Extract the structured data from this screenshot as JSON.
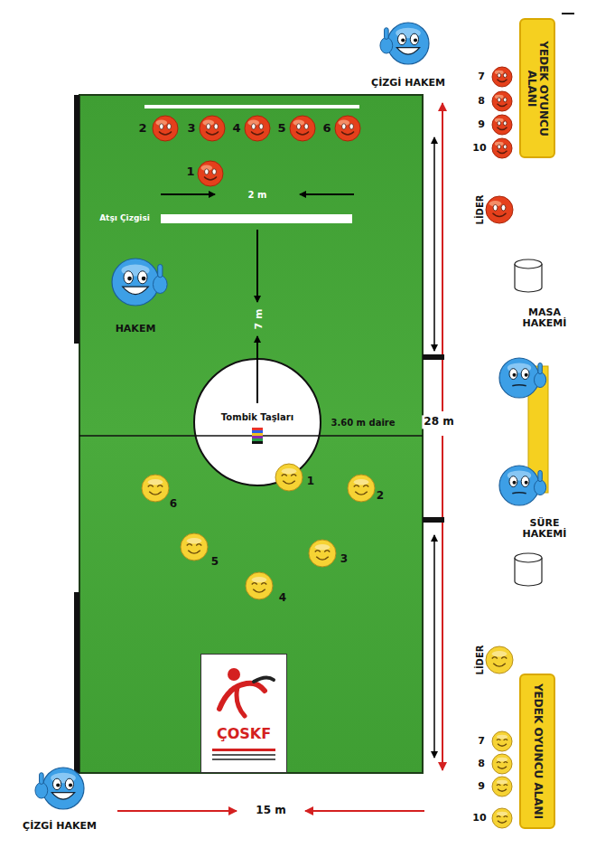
{
  "diagram": {
    "nodes": [
      {
        "text": [
          "YEDEK OYUNCU ALANI"
        ]
      },
      {
        "text": [
          "Tombik Taşları"
        ]
      },
      {
        "text": [
          "ÇOSKF"
        ]
      },
      {
        "text": [
          "YEDEK OYUNCU ALANI"
        ]
      }
    ],
    "labels": [
      "ÇİZGİ HAKEM",
      "7",
      "8",
      "9",
      "10",
      "2",
      "3",
      "4",
      "5",
      "6",
      "1",
      "2 m",
      "LİDER",
      "Atşı Çizgisi",
      "HAKEM",
      "7 m",
      "MASA HAKEMİ",
      "3.60 m daire",
      "28 m",
      "1",
      "2",
      "6",
      "SÜRE HAKEMİ",
      "5",
      "3",
      "4",
      "LİDER",
      "7",
      "8",
      "9",
      "10",
      "15 m",
      "ÇİZGİ HAKEM"
    ]
  }
}
